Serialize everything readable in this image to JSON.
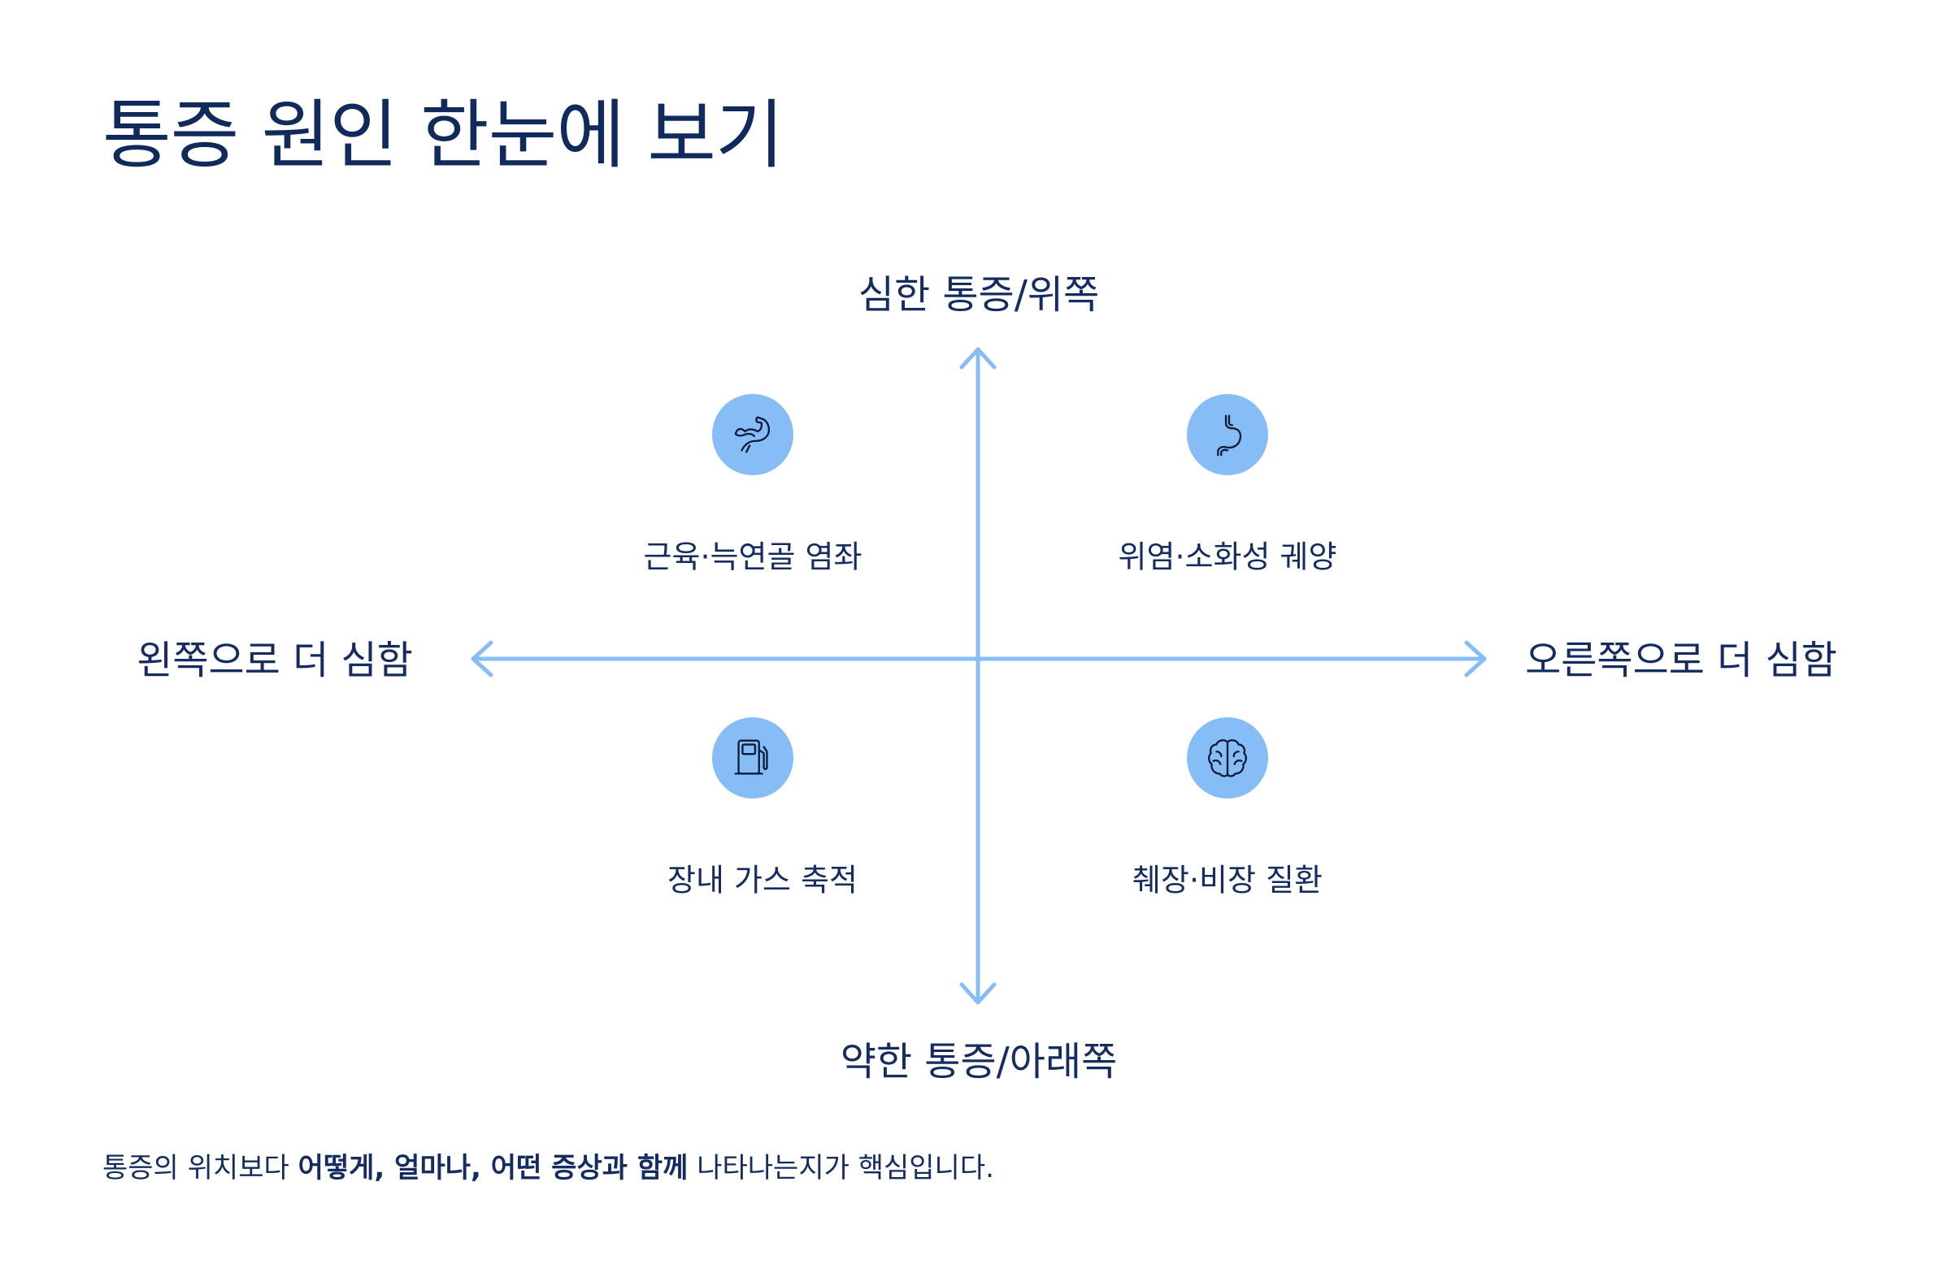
{
  "title": "통증 원인 한눈에 보기",
  "axes": {
    "top": "심한 통증/위쪽",
    "bottom": "약한 통증/아래쪽",
    "left": "왼쪽으로 더 심함",
    "right": "오른쪽으로 더 심함"
  },
  "quadrants": {
    "top_left": {
      "label": "근육·늑연골 염좌",
      "icon": "flexed-arm-icon"
    },
    "top_right": {
      "label": "위염·소화성 궤양",
      "icon": "stomach-icon"
    },
    "bottom_left": {
      "label": "장내 가스 축적",
      "icon": "fuel-pump-icon"
    },
    "bottom_right": {
      "label": "췌장·비장 질환",
      "icon": "brain-icon"
    }
  },
  "footnote": {
    "prefix": "통증의 위치보다 ",
    "emphasis": "어떻게, 얼마나, 어떤 증상과 함께",
    "suffix": " 나타나는지가 핵심입니다."
  },
  "colors": {
    "title": "#102a5c",
    "text": "#142c60",
    "axis": "#87bdf7",
    "icon_bg": "#87bdf7",
    "icon_stroke": "#0d1b3a"
  }
}
